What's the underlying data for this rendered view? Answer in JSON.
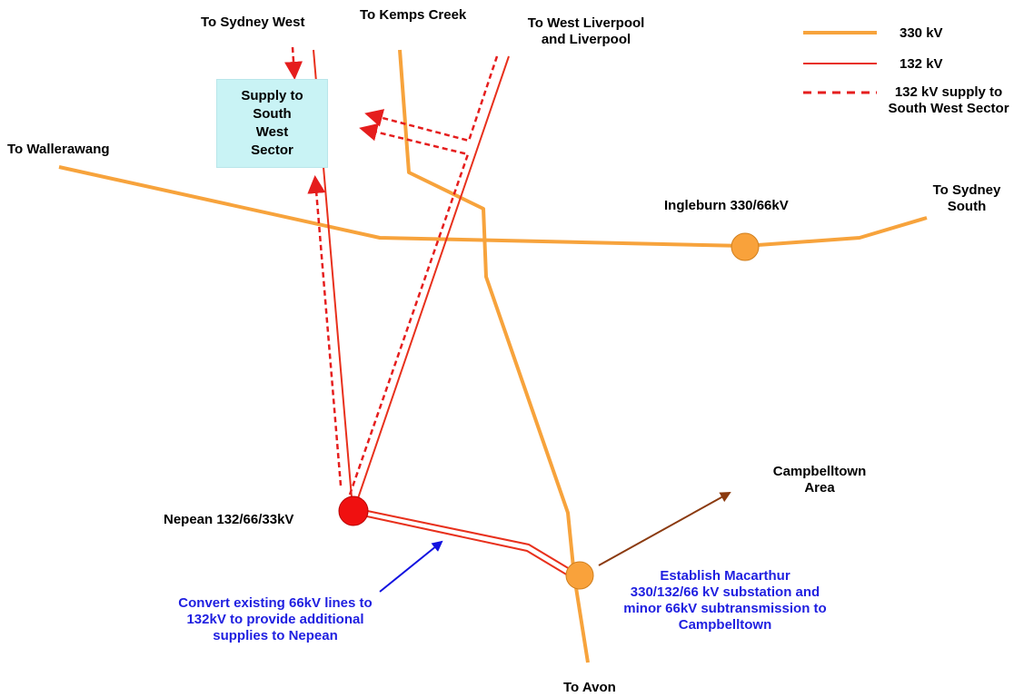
{
  "colors": {
    "line_330kv": "#F7A33C",
    "line_132kv": "#E8301C",
    "supply_dashed": "#E51D1D",
    "nepean_node": "#F01010",
    "substation_node": "#F9A23B",
    "campbelltown_arrow": "#8B3A0F",
    "convert_arrow": "#1212E0",
    "supply_box_fill": "#C9F3F5",
    "annotation_text": "#1F1FE0"
  },
  "legend": {
    "item_330": "330 kV",
    "item_132": "132 kV",
    "item_supply": "132 kV supply to\nSouth West Sector"
  },
  "labels": {
    "to_sydney_west": "To Sydney West",
    "to_kemps_creek": "To Kemps Creek",
    "to_west_liverpool": "To West Liverpool\nand Liverpool",
    "to_wallerawang": "To Wallerawang",
    "supply_box": "Supply to\nSouth\nWest\nSector",
    "ingleburn": "Ingleburn 330/66kV",
    "to_sydney_south": "To Sydney\nSouth",
    "campbelltown_area": "Campbelltown\nArea",
    "nepean": "Nepean 132/66/33kV",
    "to_avon": "To Avon",
    "establish_macarthur": "Establish Macarthur\n330/132/66 kV substation and\nminor 66kV subtransmission to\nCampbelltown",
    "convert_existing": "Convert existing 66kV lines to\n132kV to provide additional\nsupplies to Nepean"
  }
}
